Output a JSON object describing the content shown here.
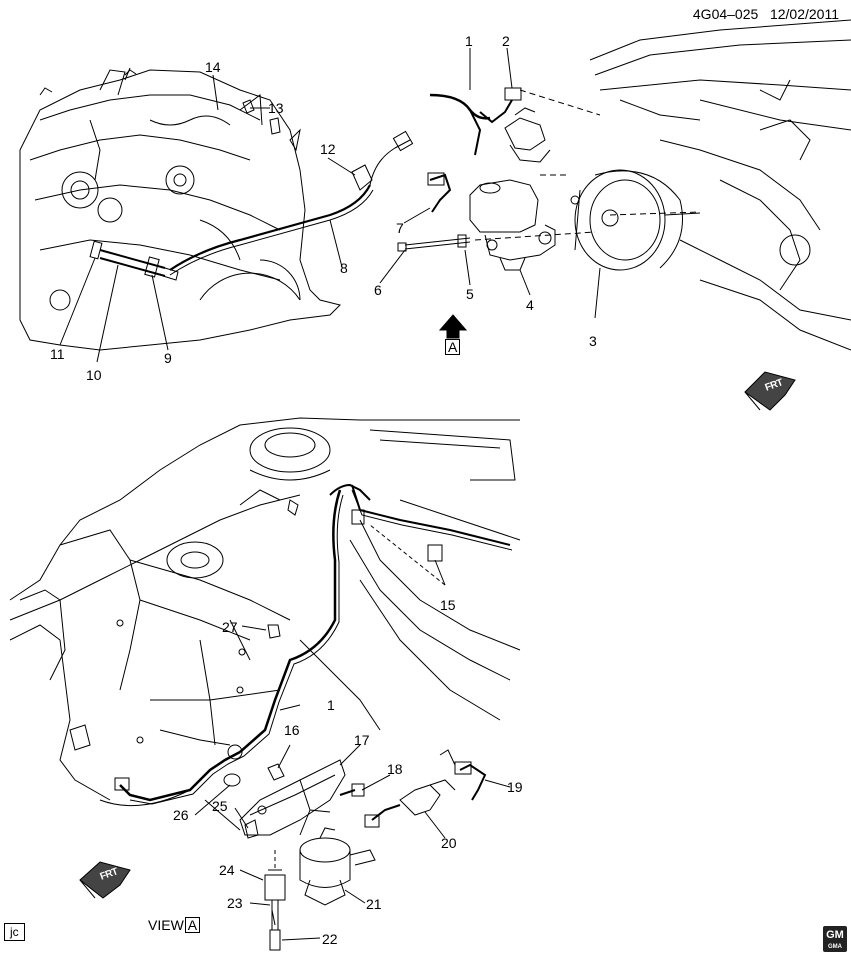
{
  "header": {
    "code": "4G04–025",
    "date": "12/02/2011"
  },
  "callouts": [
    {
      "id": "c1a",
      "label": "1"
    },
    {
      "id": "c2",
      "label": "2"
    },
    {
      "id": "c3",
      "label": "3"
    },
    {
      "id": "c4",
      "label": "4"
    },
    {
      "id": "c5",
      "label": "5"
    },
    {
      "id": "c6",
      "label": "6"
    },
    {
      "id": "c7",
      "label": "7"
    },
    {
      "id": "c8",
      "label": "8"
    },
    {
      "id": "c9",
      "label": "9"
    },
    {
      "id": "c10",
      "label": "10"
    },
    {
      "id": "c11",
      "label": "11"
    },
    {
      "id": "c12",
      "label": "12"
    },
    {
      "id": "c13",
      "label": "13"
    },
    {
      "id": "c14",
      "label": "14"
    },
    {
      "id": "c15",
      "label": "15"
    },
    {
      "id": "c1b",
      "label": "1"
    },
    {
      "id": "c16",
      "label": "16"
    },
    {
      "id": "c17",
      "label": "17"
    },
    {
      "id": "c18",
      "label": "18"
    },
    {
      "id": "c19",
      "label": "19"
    },
    {
      "id": "c20",
      "label": "20"
    },
    {
      "id": "c21",
      "label": "21"
    },
    {
      "id": "c22",
      "label": "22"
    },
    {
      "id": "c23",
      "label": "23"
    },
    {
      "id": "c24",
      "label": "24"
    },
    {
      "id": "c25",
      "label": "25"
    },
    {
      "id": "c26",
      "label": "26"
    },
    {
      "id": "c27",
      "label": "27"
    }
  ],
  "view_ref": {
    "letter": "A"
  },
  "view_label": {
    "text": "VIEW",
    "letter": "A"
  },
  "frt_label": "FRT",
  "initials": "jc",
  "logo": {
    "line1": "GM",
    "line2": "GMA"
  },
  "colors": {
    "line": "#000000",
    "background": "#ffffff"
  }
}
